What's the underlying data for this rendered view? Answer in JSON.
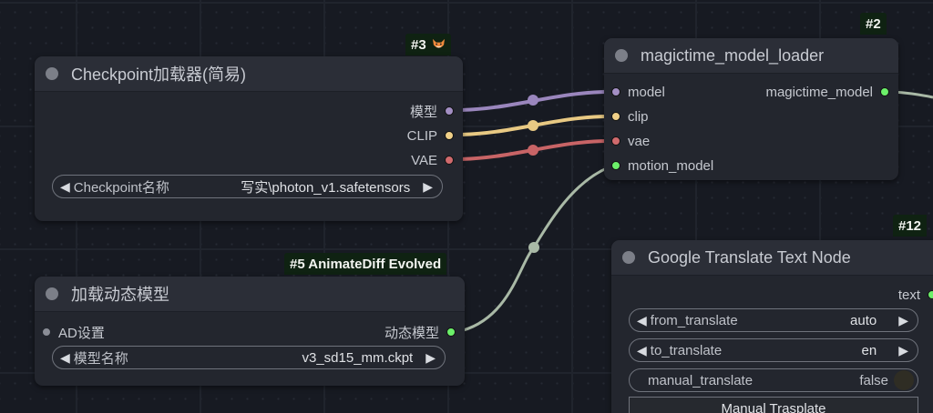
{
  "canvas": {
    "background": "#171a22"
  },
  "nodes": {
    "checkpoint_loader": {
      "badge": "#3",
      "badge_icon": "fox-icon",
      "title": "Checkpoint加载器(简易)",
      "outputs": [
        {
          "label": "模型",
          "color": "#a38fc4"
        },
        {
          "label": "CLIP",
          "color": "#f0d088"
        },
        {
          "label": "VAE",
          "color": "#d06a6d"
        }
      ],
      "widgets": [
        {
          "label": "Checkpoint名称",
          "value": "写实\\photon_v1.safetensors"
        }
      ]
    },
    "magictime_loader": {
      "badge": "#2",
      "title": "magictime_model_loader",
      "inputs": [
        {
          "label": "model",
          "color": "#a38fc4"
        },
        {
          "label": "clip",
          "color": "#f0d088"
        },
        {
          "label": "vae",
          "color": "#d06a6d"
        },
        {
          "label": "motion_model",
          "color": "#6cf06a"
        }
      ],
      "outputs": [
        {
          "label": "magictime_model",
          "color": "#6cf06a"
        }
      ]
    },
    "animatediff_loader": {
      "badge": "#5 AnimateDiff Evolved",
      "title": "加载动态模型",
      "inputs": [
        {
          "label": "AD设置",
          "color": "#8a8d96"
        }
      ],
      "outputs": [
        {
          "label": "动态模型",
          "color": "#6cf06a"
        }
      ],
      "widgets": [
        {
          "label": "模型名称",
          "value": "v3_sd15_mm.ckpt"
        }
      ]
    },
    "google_translate": {
      "badge": "#12",
      "title": "Google Translate Text Node",
      "outputs": [
        {
          "label": "text",
          "color": "#6cf06a"
        }
      ],
      "widgets": [
        {
          "label": "from_translate",
          "value": "auto"
        },
        {
          "label": "to_translate",
          "value": "en"
        },
        {
          "label": "manual_translate",
          "value": "false"
        }
      ],
      "button": "Manual Trasplate"
    }
  },
  "links": [
    {
      "from": "checkpoint_loader.模型",
      "to": "magictime_loader.model",
      "color": "#9a86bd"
    },
    {
      "from": "checkpoint_loader.CLIP",
      "to": "magictime_loader.clip",
      "color": "#e8c983"
    },
    {
      "from": "checkpoint_loader.VAE",
      "to": "magictime_loader.vae",
      "color": "#c86466"
    },
    {
      "from": "animatediff_loader.动态模型",
      "to": "magictime_loader.motion_model",
      "color": "#a9b9a6"
    },
    {
      "from": "magictime_loader.magictime_model",
      "to": "offscreen",
      "color": "#a9b9a6"
    }
  ],
  "icons": {
    "arrow_left": "◀",
    "arrow_right": "▶"
  }
}
